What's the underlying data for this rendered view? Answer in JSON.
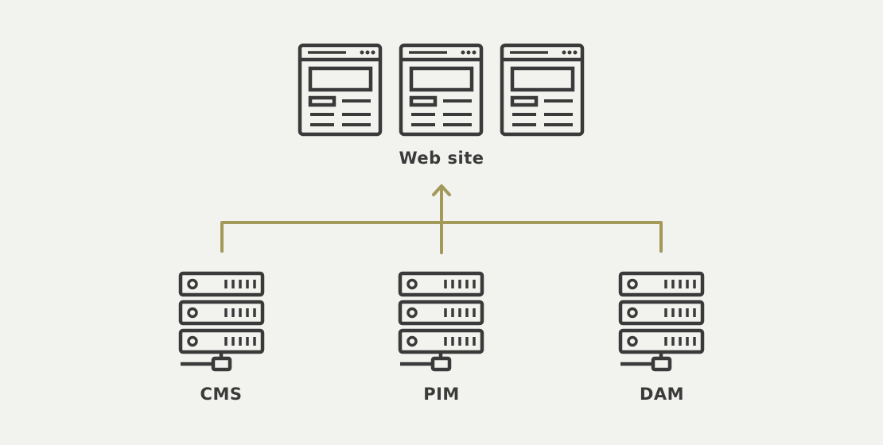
{
  "website": {
    "label": "Web site"
  },
  "sources": [
    {
      "label": "CMS"
    },
    {
      "label": "PIM"
    },
    {
      "label": "DAM"
    }
  ],
  "colors": {
    "background": "#f2f2ef",
    "icon_stroke": "#3a3a3a",
    "connector": "#a39a5a"
  },
  "icons": {
    "page": "browser-window-icon",
    "source": "server-stack-icon"
  }
}
